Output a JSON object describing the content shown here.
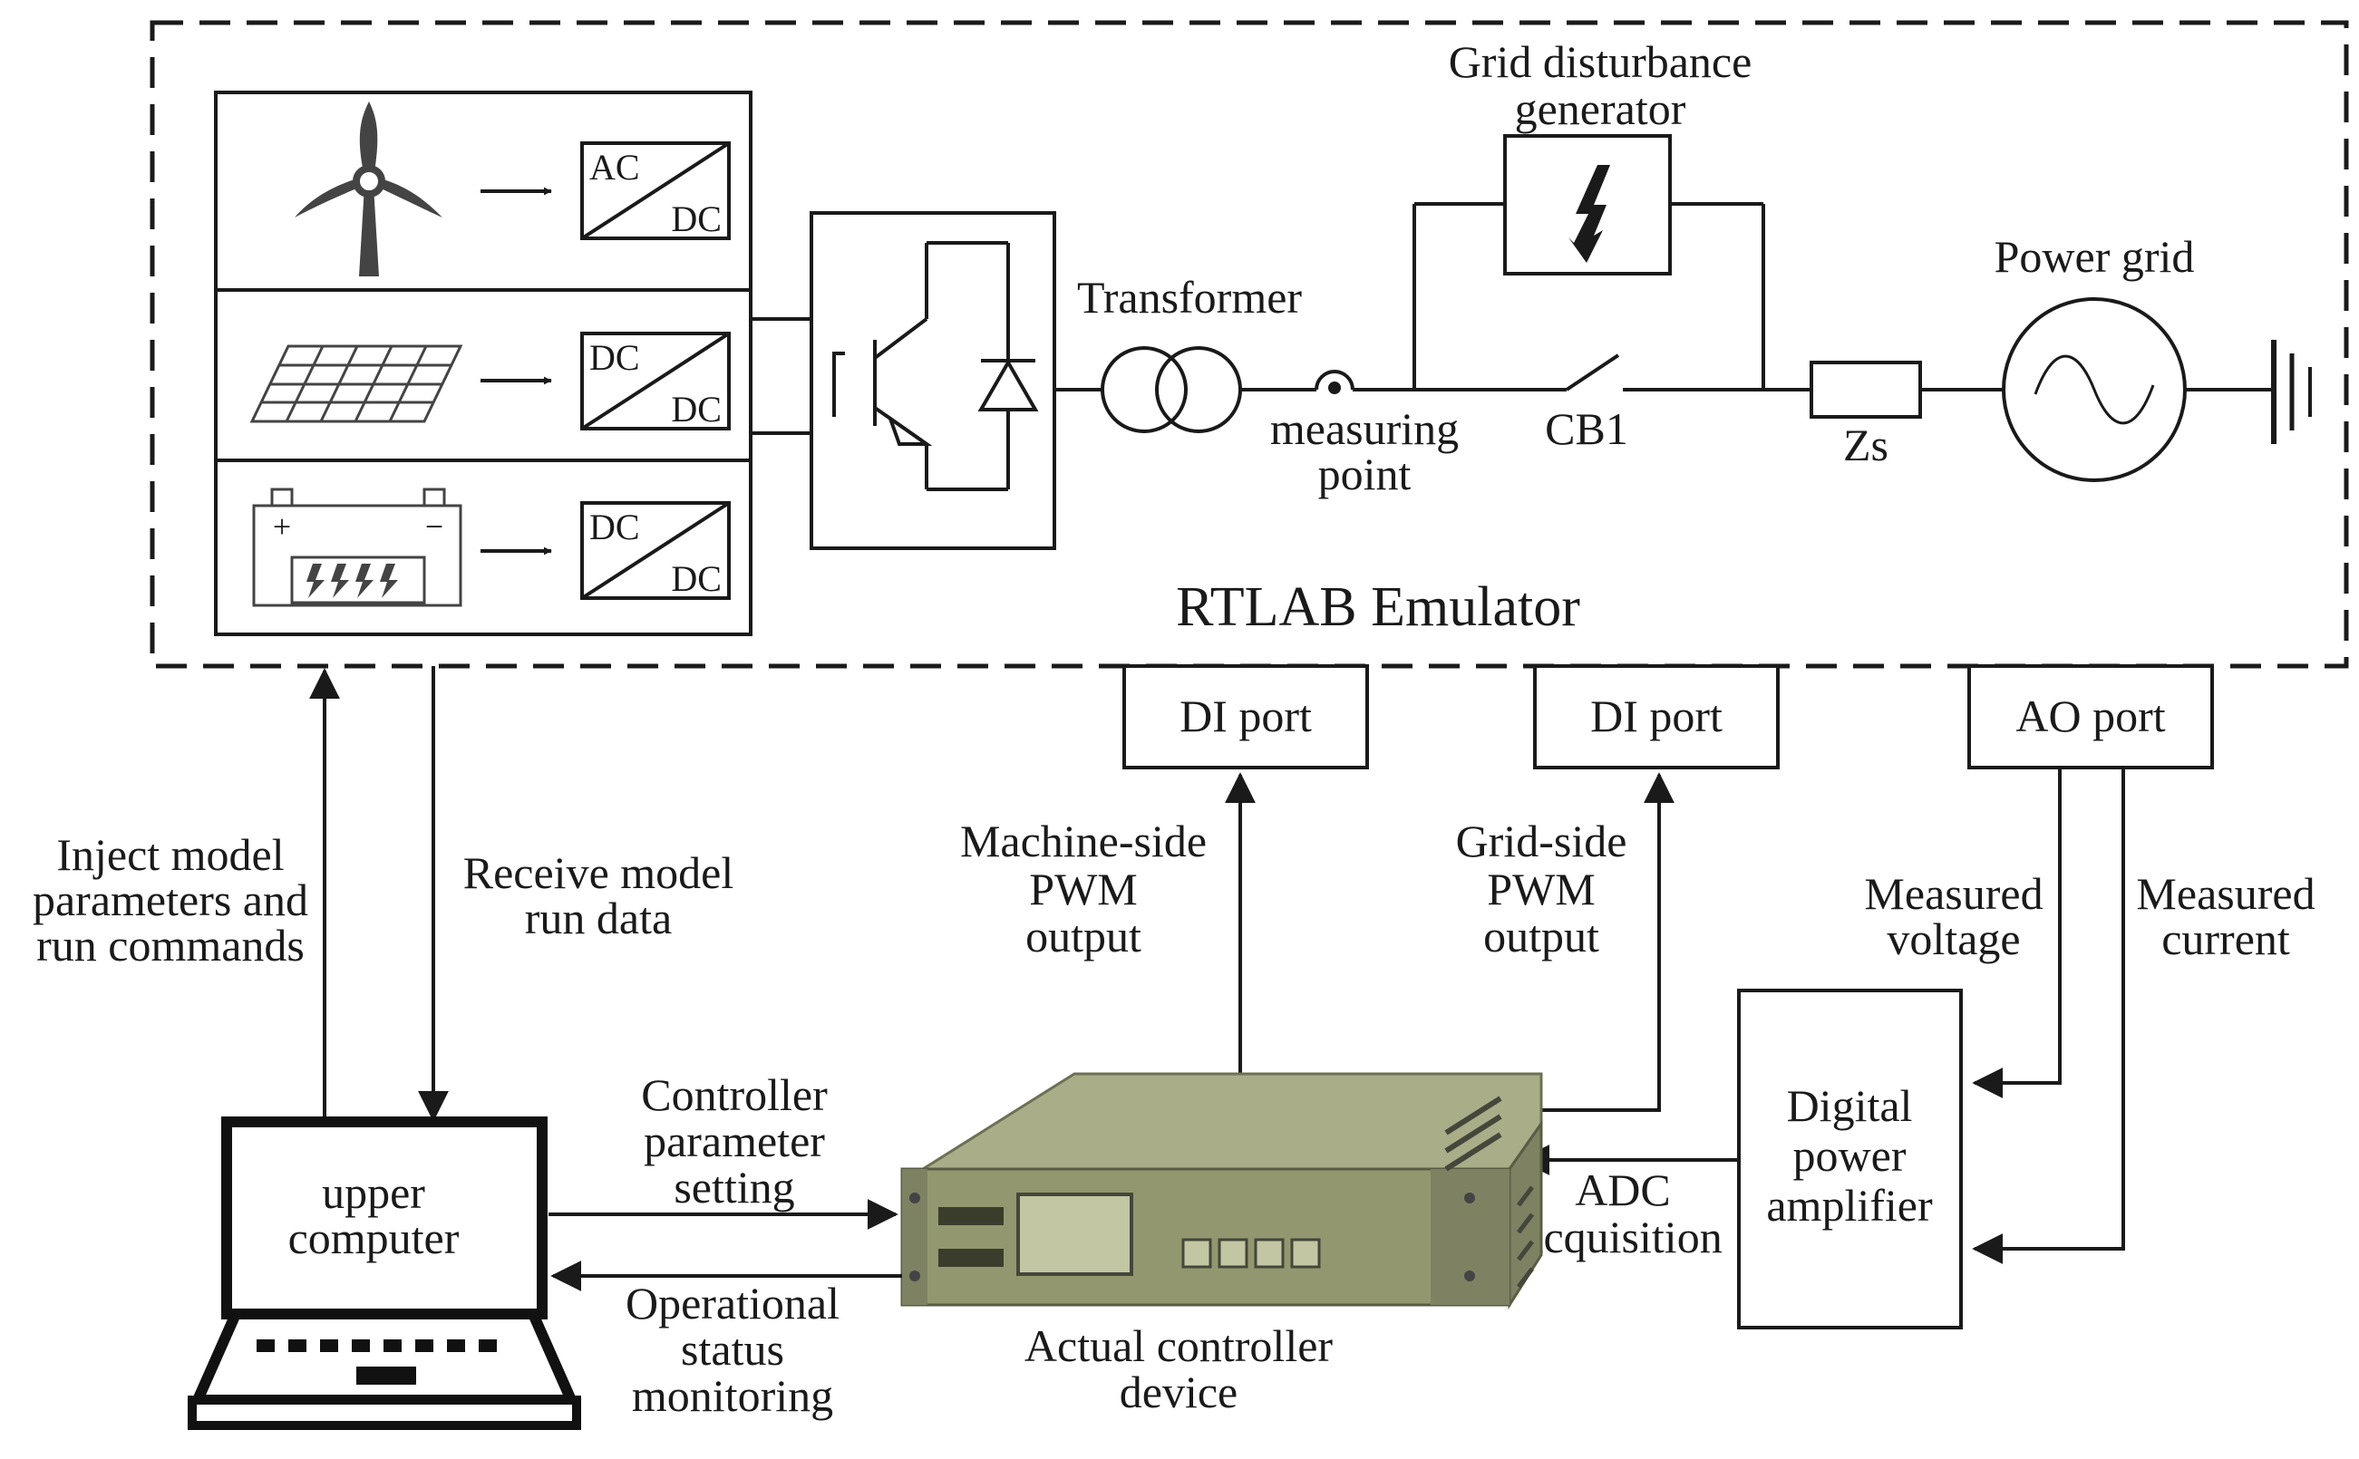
{
  "emulator": {
    "title": "RTLAB Emulator",
    "sources": [
      {
        "icon": "wind-turbine-icon",
        "converter_top": "AC",
        "converter_bottom": "DC"
      },
      {
        "icon": "solar-panel-icon",
        "converter_top": "DC",
        "converter_bottom": "DC"
      },
      {
        "icon": "battery-icon",
        "converter_top": "DC",
        "converter_bottom": "DC",
        "plus": "+",
        "minus": "−"
      }
    ],
    "transformer_label": "Transformer",
    "measuring_point_label": [
      "measuring",
      "point"
    ],
    "disturbance_label": [
      "Grid disturbance",
      "generator"
    ],
    "breaker_label": "CB1",
    "impedance_label": "Zs",
    "grid_label": "Power grid"
  },
  "ports": {
    "di_machine": "DI port",
    "di_grid": "DI port",
    "ao": "AO port"
  },
  "signals": {
    "inject": [
      "Inject model",
      "parameters and",
      "run commands"
    ],
    "receive": [
      "Receive model",
      "run data"
    ],
    "machine_pwm": [
      "Machine-side",
      "PWM",
      "output"
    ],
    "grid_pwm": [
      "Grid-side",
      "PWM",
      "output"
    ],
    "measured_voltage": [
      "Measured",
      "voltage"
    ],
    "measured_current": [
      "Measured",
      "current"
    ],
    "controller_param": [
      "Controller",
      "parameter",
      "setting"
    ],
    "status_monitor": [
      "Operational",
      "status",
      "monitoring"
    ],
    "adc": [
      "ADC",
      "acquisition"
    ]
  },
  "devices": {
    "upper_computer": [
      "upper",
      "computer"
    ],
    "controller": [
      "Actual controller",
      "device"
    ],
    "amplifier": [
      "Digital",
      "power",
      "amplifier"
    ]
  }
}
